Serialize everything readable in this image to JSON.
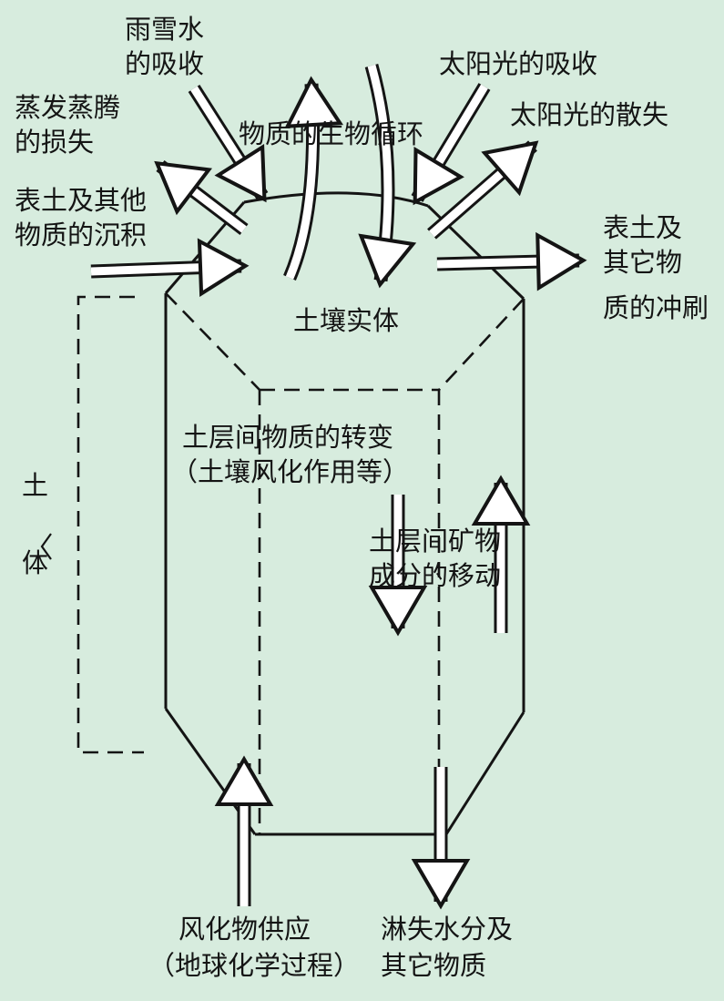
{
  "diagram": {
    "labels": {
      "evaporation": [
        "蒸发蒸腾",
        "的损失"
      ],
      "precipitation": [
        "雨雪水",
        "的吸收"
      ],
      "biocycle": "物质的生物循环",
      "solar_absorb": "太阳光的吸收",
      "solar_loss": "太阳光的散失",
      "deposition": [
        "表土及其他",
        "物质的沉积"
      ],
      "erosion": [
        "表土及",
        "其它物",
        "质的冲刷"
      ],
      "soil_entity": "土壤实体",
      "soil_body": [
        "土",
        "体"
      ],
      "transformation": [
        "土层间物质的转变",
        "（土壤风化作用等）"
      ],
      "migration": [
        "土层间矿物",
        "成分的移动"
      ],
      "supply": [
        "风化物供应",
        "（地球化学过程）"
      ],
      "leaching": [
        "淋失水分及",
        "其它物质"
      ]
    },
    "colors": {
      "background": "#d7ecde",
      "line": "#141414",
      "arrow_fill": "#ffffff"
    }
  }
}
